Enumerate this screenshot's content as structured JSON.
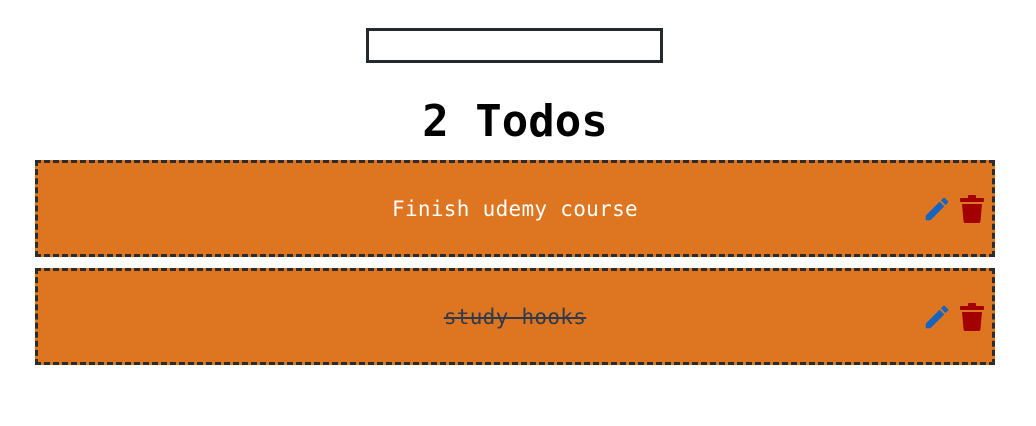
{
  "input": {
    "value": "",
    "placeholder": ""
  },
  "header": {
    "title": "2 Todos"
  },
  "todos": [
    {
      "text": "Finish udemy course",
      "completed": false
    },
    {
      "text": "study hooks",
      "completed": true
    }
  ],
  "icons": {
    "edit": "pencil-icon",
    "delete": "trash-icon"
  },
  "colors": {
    "item_background": "#de7520",
    "item_border": "#2c2c2c",
    "edit_icon": "#1565c0",
    "delete_icon": "#a30000",
    "active_text": "#ffffff",
    "completed_text": "#2f3b4a"
  }
}
